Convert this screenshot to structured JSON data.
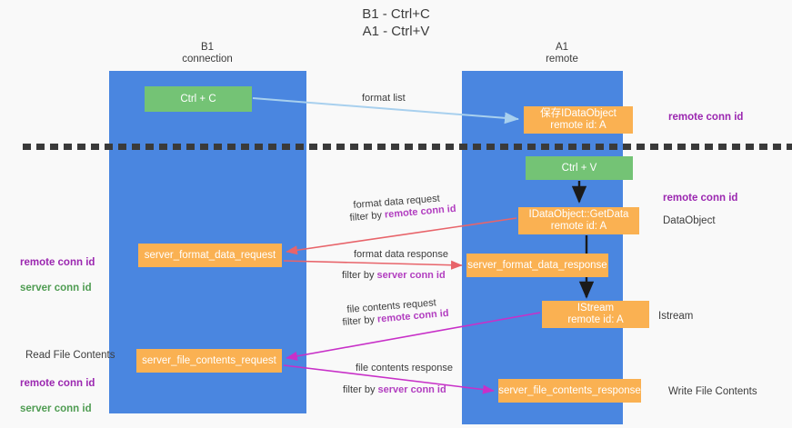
{
  "title": "B1 - Ctrl+C\nA1 - Ctrl+V",
  "lanes": {
    "left": {
      "head": "B1\nconnection"
    },
    "right": {
      "head": "A1\nremote"
    }
  },
  "boxes": {
    "ctrl_c": "Ctrl + C",
    "save_idataobject": "保存IDataObject\nremote id: A",
    "ctrl_v": "Ctrl + V",
    "getdata": "IDataObject::GetData\nremote id: A",
    "server_format_data_request": "server_format_data_request",
    "server_format_data_response": "server_format_data_response",
    "istream": "IStream\nremote id: A",
    "server_file_contents_request": "server_file_contents_request",
    "server_file_contents_response": "server_file_contents_response"
  },
  "annotations": {
    "remote_conn_id_top": "remote conn id",
    "remote_conn_id_mid": "remote conn id",
    "dataobject": "DataObject",
    "istream": "Istream",
    "write_file_contents": "Write File Contents",
    "read_file_contents": "Read File Contents",
    "left_mid_remote": "remote conn id",
    "left_mid_server": "server conn id",
    "left_bot_remote": "remote conn id",
    "left_bot_server": "server conn id"
  },
  "edges": {
    "format_list": "format list",
    "format_data_request": "format data request",
    "format_data_request_filter_prefix": "filter by ",
    "format_data_request_filter_key": "remote conn id",
    "format_data_response": "format data response",
    "format_data_response_filter_prefix": "filter by ",
    "format_data_response_filter_key": "server conn id",
    "file_contents_request": "file contents request",
    "file_contents_request_filter_prefix": "filter by ",
    "file_contents_request_filter_key": "remote conn id",
    "file_contents_response": "file contents response",
    "file_contents_response_filter_prefix": "filter by ",
    "file_contents_response_filter_key": "server conn id"
  },
  "colors": {
    "lane": "#4a86e0",
    "green_box": "#74c375",
    "orange_box": "#fab152",
    "purple": "#9b27b0",
    "green_text": "#4f9c52",
    "arrow_blue": "#a8d0ee",
    "arrow_red": "#e8646a",
    "arrow_magenta": "#c830c8",
    "arrow_black": "#1a1a1a",
    "background": "#f9f9f9"
  }
}
